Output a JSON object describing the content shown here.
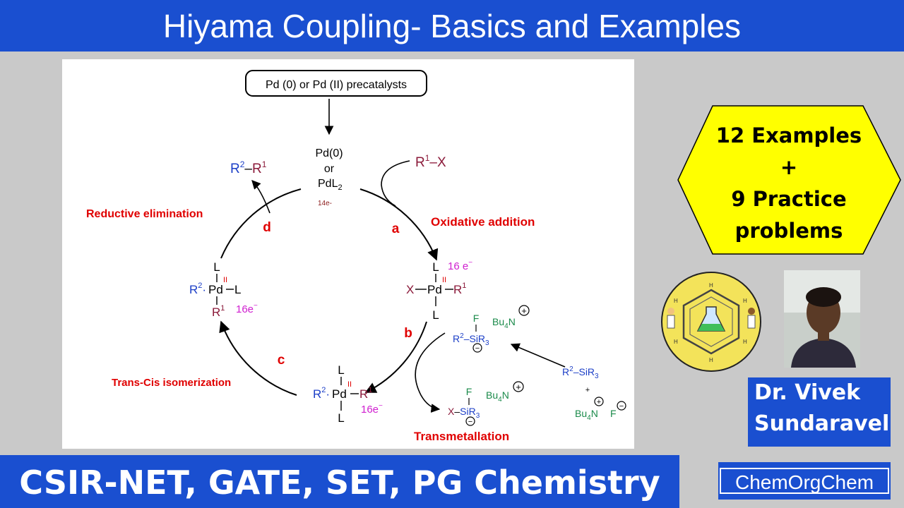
{
  "header": {
    "title": "Hiyama Coupling- Basics and Examples"
  },
  "footer": {
    "exams": "CSIR-NET, GATE, SET, PG Chemistry"
  },
  "promo": {
    "line1": "12 Examples",
    "line2": "+",
    "line3": "9 Practice",
    "line4": "problems"
  },
  "author": {
    "first": "Dr. Vivek",
    "last": "Sundaravel"
  },
  "channel": {
    "name": "ChemOrgChem"
  },
  "cycle": {
    "precatalyst": "Pd (0) or  Pd (II) precatalysts",
    "catalyst_line1": "Pd(0)",
    "catalyst_line2": "or",
    "catalyst_line3": "PdL",
    "catalyst_sub": "2",
    "catalyst_electrons": "14e-",
    "substrate_r": "R",
    "substrate_sup": "1",
    "substrate_tail": "–X",
    "product_r2": "R",
    "product_sup2": "2",
    "product_dash": "–",
    "product_r1": "R",
    "product_sup1": "1",
    "step_a": "a",
    "step_b": "b",
    "step_c": "c",
    "step_d": "d",
    "label_oxidative": "Oxidative addition",
    "label_reductive": "Reductive elimination",
    "label_isomerization": "Trans-Cis isomerization",
    "label_transmetallation": "Transmetallation",
    "electrons_16_right": "16 e",
    "electrons_16_left": "16e",
    "electrons_16_bottom": "16e",
    "minus": "−",
    "sym_L": "L",
    "sym_Pd": "Pd",
    "sym_II": "II",
    "sym_X": "X",
    "sym_R": "R",
    "sup_1": "1",
    "sup_2": "2",
    "sym_F": "F",
    "sym_SiR": "SiR",
    "sub_3": "3",
    "sym_Bu": "Bu",
    "sub_4": "4",
    "sym_N": "N",
    "sym_plus_circle": "+",
    "sym_minus_circle": "−",
    "plus": "+"
  },
  "colors": {
    "banner_blue": "#1a4fd0",
    "hexagon_yellow": "#ffff00",
    "step_red": "#e00000",
    "r_maroon": "#8b1a3a",
    "r_blue": "#1c3fc7",
    "electron_magenta": "#d020d0",
    "silicate_green": "#1a8a4a"
  }
}
